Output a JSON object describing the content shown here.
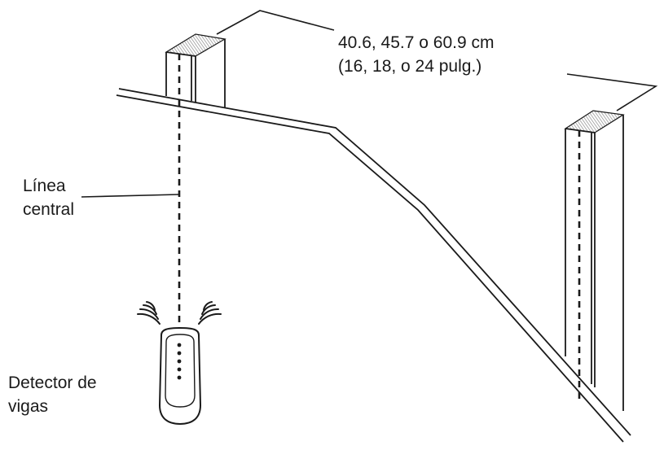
{
  "labels": {
    "spacing": {
      "line1": "40.6, 45.7 o 60.9 cm",
      "line2": "(16, 18, o 24 pulg.)"
    },
    "center": {
      "line1": "Línea",
      "line2": "central"
    },
    "stud_finder": {
      "line1": "Detector de",
      "line2": "vigas"
    }
  },
  "colors": {
    "ink": "#1a1a1a",
    "hatch": "#9a9a9a",
    "paper": "#ffffff"
  }
}
